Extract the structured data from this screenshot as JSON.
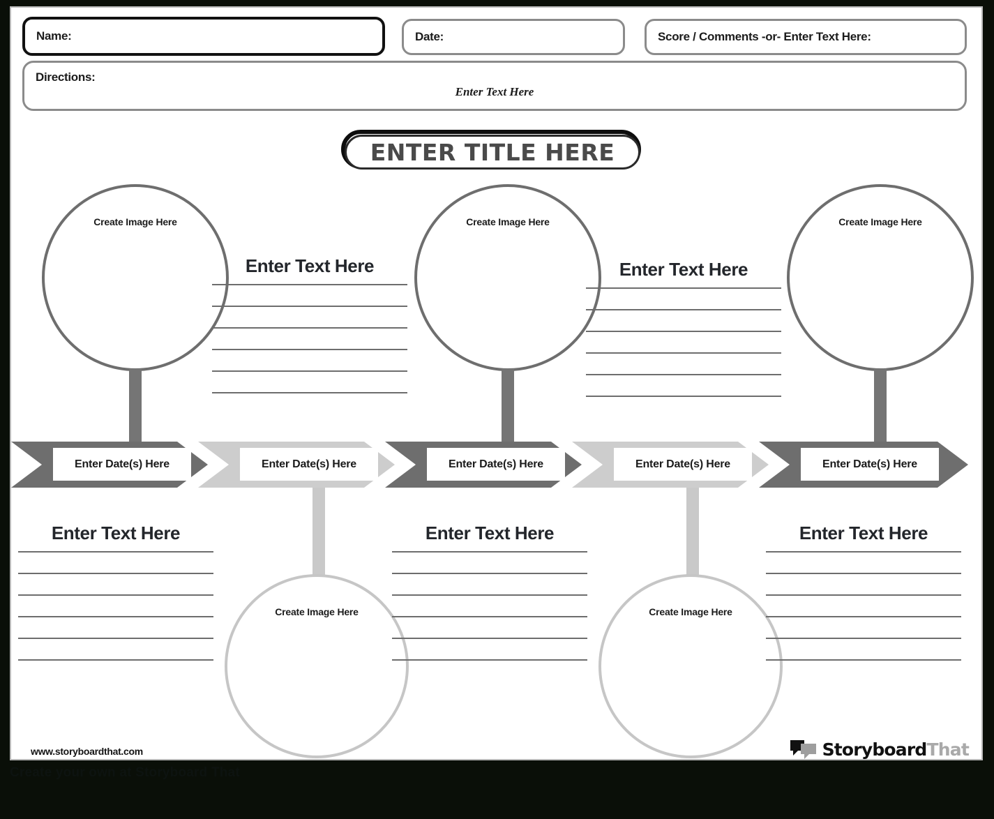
{
  "header": {
    "name_label": "Name:",
    "date_label": "Date:",
    "score_label": "Score / Comments -or- Enter Text Here:",
    "directions_label": "Directions:",
    "directions_value": "Enter Text Here"
  },
  "title": {
    "text": "ENTER TITLE HERE"
  },
  "top_row": {
    "circles": [
      {
        "label": "Create Image Here"
      },
      {
        "label": "Create Image Here"
      },
      {
        "label": "Create Image Here"
      }
    ],
    "text_blocks": [
      {
        "heading": "Enter Text Here",
        "line_count": 6
      },
      {
        "heading": "Enter Text Here",
        "line_count": 6
      }
    ]
  },
  "timeline": {
    "steps": [
      {
        "date_label": "Enter Date(s) Here",
        "tone": "dark"
      },
      {
        "date_label": "Enter Date(s) Here",
        "tone": "light"
      },
      {
        "date_label": "Enter Date(s) Here",
        "tone": "dark"
      },
      {
        "date_label": "Enter Date(s) Here",
        "tone": "light"
      },
      {
        "date_label": "Enter Date(s) Here",
        "tone": "dark"
      }
    ]
  },
  "bottom_row": {
    "text_blocks": [
      {
        "heading": "Enter Text Here",
        "line_count": 6
      },
      {
        "heading": "Enter Text Here",
        "line_count": 6
      },
      {
        "heading": "Enter Text Here",
        "line_count": 6
      }
    ],
    "circles": [
      {
        "label": "Create Image Here"
      },
      {
        "label": "Create Image Here"
      }
    ]
  },
  "footer": {
    "url": "www.storyboardthat.com",
    "logo_primary": "Storyboard",
    "logo_secondary": "That"
  },
  "caption": "Create your own at Storyboard That",
  "colors": {
    "dark_gray": "#6e6e6e",
    "light_gray": "#c9c9c9",
    "stem_dark": "#757575",
    "line_gray": "#6d6d6d",
    "ink": "#1b1b1b",
    "title_ink": "#4a4a4a",
    "page_bg": "#ffffff",
    "frame_bg": "#0a0f08"
  }
}
